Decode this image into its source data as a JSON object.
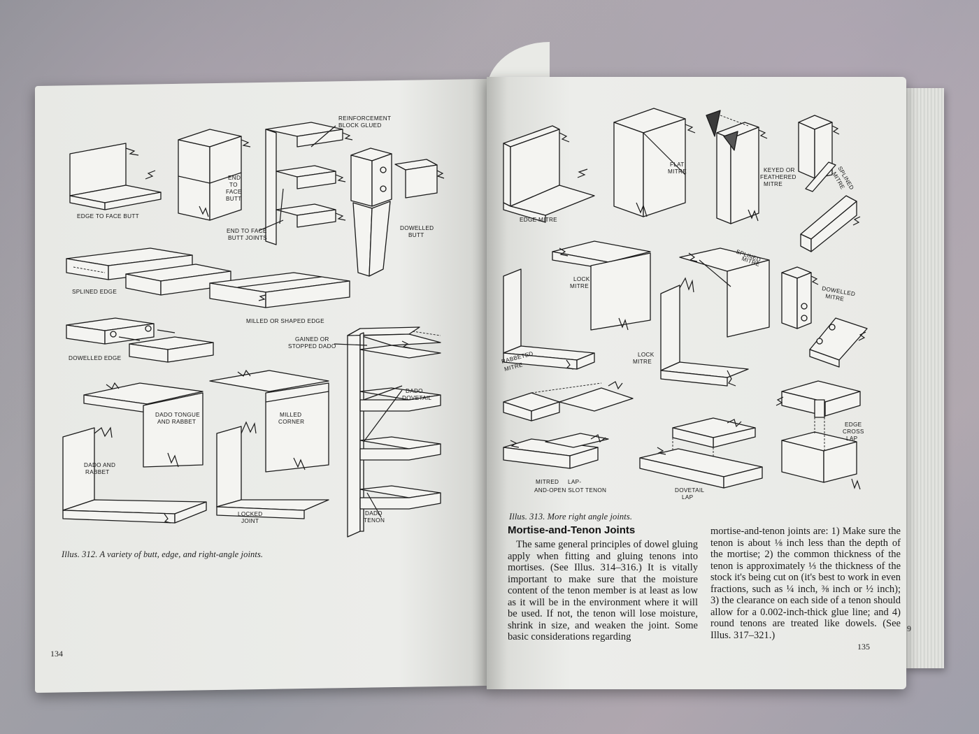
{
  "left_page": {
    "caption": "Illus. 312. A variety of butt, edge, and right-angle joints.",
    "page_number": "134",
    "labels": {
      "edge_to_face_butt": "EDGE TO FACE BUTT",
      "end_to_face_butt_1": "END",
      "end_to_face_butt_2": "TO",
      "end_to_face_butt_3": "FACE",
      "end_to_face_butt_4": "BUTT",
      "reinforcement_1": "REINFORCEMENT",
      "reinforcement_2": "BLOCK GLUED",
      "end_to_face_joints_1": "END TO FACE",
      "end_to_face_joints_2": "BUTT JOINTS",
      "dowelled_butt_1": "DOWELLED",
      "dowelled_butt_2": "BUTT",
      "splined_edge": "SPLINED EDGE",
      "milled_edge": "MILLED OR SHAPED EDGE",
      "dowelled_edge": "DOWELLED EDGE",
      "gained_dado_1": "GAINED OR",
      "gained_dado_2": "STOPPED DADO",
      "dado_dovetail_1": "DADO",
      "dado_dovetail_2": "DOVETAIL",
      "dado_tongue_1": "DADO TONGUE",
      "dado_tongue_2": "AND RABBET",
      "milled_corner_1": "MILLED",
      "milled_corner_2": "CORNER",
      "dado_rabbet_1": "DADO AND",
      "dado_rabbet_2": "RABBET",
      "locked_joint_1": "LOCKED",
      "locked_joint_2": "JOINT",
      "dado_tenon_1": "DADO",
      "dado_tenon_2": "TENON"
    }
  },
  "right_page": {
    "caption": "Illus. 313. More right angle joints.",
    "page_number": "135",
    "edge_page_number": "9",
    "labels": {
      "edge_mitre": "EDGE MITRE",
      "flat_mitre_1": "FLAT",
      "flat_mitre_2": "MITRE",
      "keyed_1": "KEYED OR",
      "keyed_2": "FEATHERED",
      "keyed_3": "MITRE",
      "splined_mitre_top_1": "SPLINED",
      "splined_mitre_top_2": "MITRE",
      "lock_mitre_top_1": "LOCK",
      "lock_mitre_top_2": "MITRE",
      "splined_mitre_mid_1": "SPLINED",
      "splined_mitre_mid_2": "MITRE",
      "dowelled_mitre_1": "DOWELLED",
      "dowelled_mitre_2": "MITRE",
      "rabbeted_mitre_1": "RABBETED",
      "rabbeted_mitre_2": "MITRE",
      "lock_mitre_bottom_1": "LOCK",
      "lock_mitre_bottom_2": "MITRE",
      "mitred_lap_1": "MITRED     LAP-",
      "mitred_lap_2": "AND-OPEN SLOT TENON",
      "dovetail_lap_1": "DOVETAIL",
      "dovetail_lap_2": "LAP",
      "edge_cross_lap_1": "EDGE",
      "edge_cross_lap_2": "CROSS",
      "edge_cross_lap_3": "LAP"
    },
    "section_heading": "Mortise-and-Tenon Joints",
    "column_1": "The same general principles of dowel gluing apply when fitting and gluing tenons into mortises. (See Illus. 314–316.) It is vitally important to make sure that the moisture content of the tenon member is at least as low as it will be in the environment where it will be used. If not, the tenon will lose moisture, shrink in size, and weaken the joint. Some basic considerations regarding",
    "column_2": "mortise-and-tenon joints are: 1) Make sure the tenon is about ⅛ inch less than the depth of the mortise; 2) the common thickness of the tenon is approximately ⅓ the thickness of the stock it's being cut on (it's best to work in even fractions, such as ¼ inch, ⅜ inch or ½ inch); 3) the clearance on each side of a tenon should allow for a 0.002-inch-thick glue line; and 4) round tenons are treated like dowels. (See Illus. 317–321.)"
  }
}
